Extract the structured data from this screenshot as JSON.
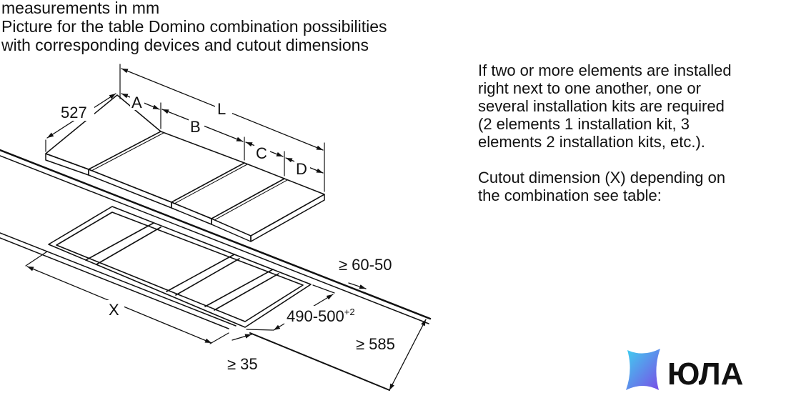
{
  "header": {
    "line1": "measurements in mm",
    "line2": "Picture for the table Domino combination possibilities",
    "line3": "with corresponding devices and cutout dimensions"
  },
  "notes": {
    "p1_l1": "If two or more elements are installed",
    "p1_l2": "right next to one another, one or",
    "p1_l3": "several installation kits are required",
    "p1_l4": "(2 elements 1 installation kit, 3",
    "p1_l5": "elements 2 installation kits, etc.).",
    "p2_l1": "Cutout dimension (X) depending on",
    "p2_l2": "the combination see table:"
  },
  "dimensions": {
    "depth": "527",
    "a": "A",
    "b": "B",
    "c": "C",
    "d": "D",
    "l": "L",
    "x": "X",
    "worktop_thickness": "≥ 60-50",
    "cutout_depth": "490-500",
    "cutout_depth_tol": "+2",
    "worktop_depth": "≥ 585",
    "front_gap": "≥ 35"
  },
  "logo": {
    "text": "ЮЛА",
    "gradient_start": "#3fd0f0",
    "gradient_end": "#7a4be6"
  }
}
